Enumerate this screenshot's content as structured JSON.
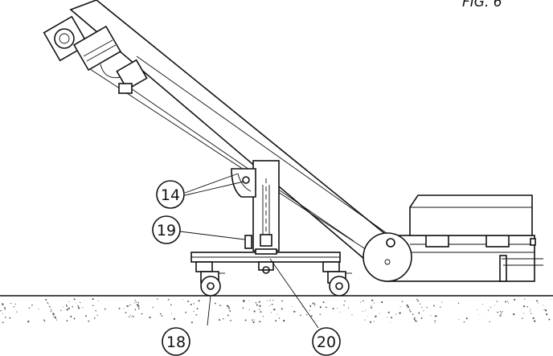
{
  "figure_caption": "FIG. 6",
  "callouts": [
    {
      "number": "14"
    },
    {
      "number": "19"
    },
    {
      "number": "18"
    },
    {
      "number": "20"
    }
  ]
}
